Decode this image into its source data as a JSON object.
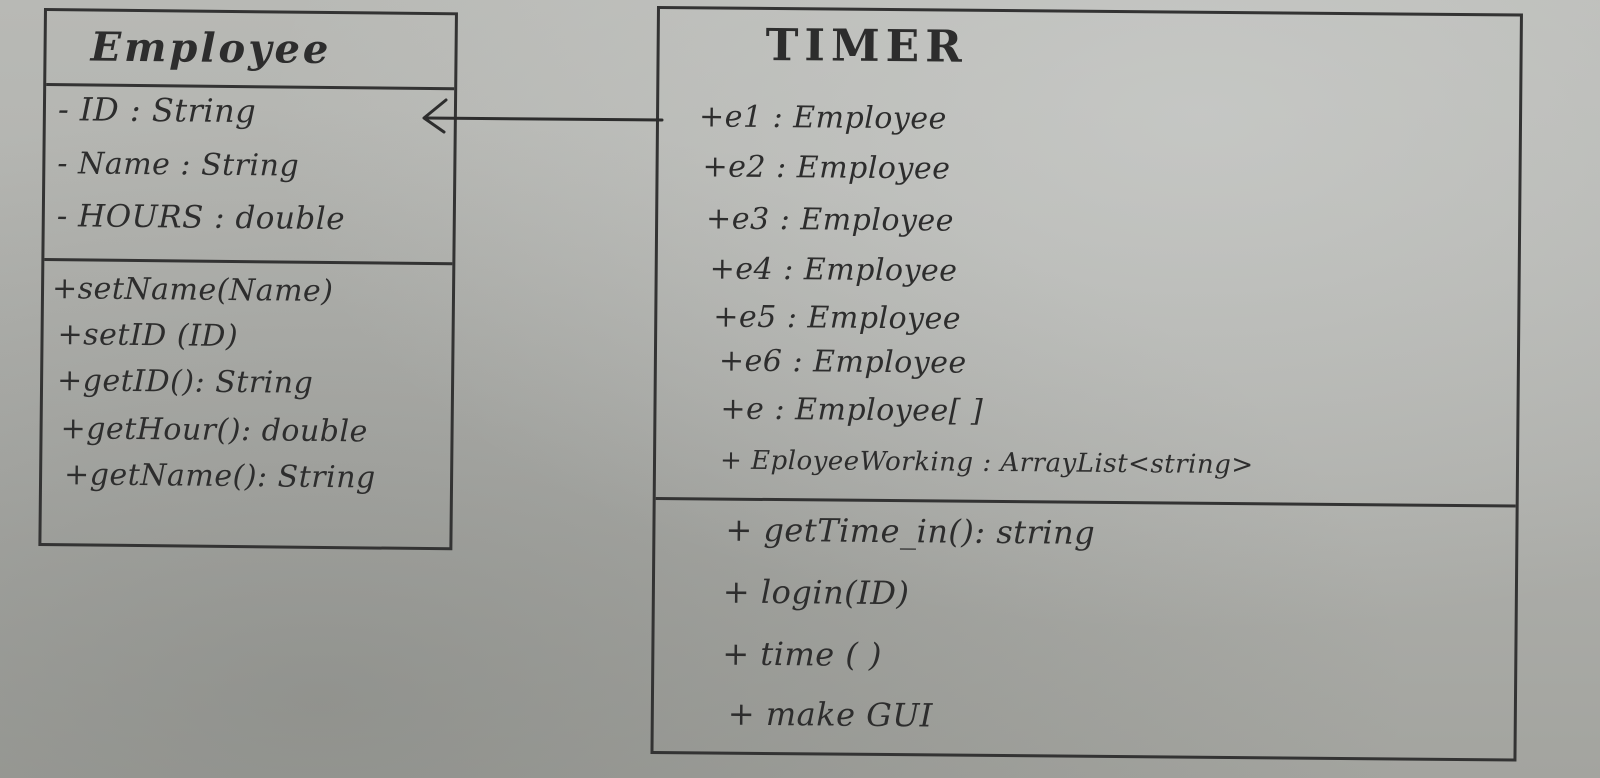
{
  "employee_class": {
    "name": "Employee",
    "attributes": [
      "- ID : String",
      "- Name : String",
      "- HOURS : double"
    ],
    "operations": [
      "+setName(Name)",
      "+setID (ID)",
      "+getID(): String",
      "+getHour(): double",
      "+getName(): String"
    ]
  },
  "timer_class": {
    "name": "TIMER",
    "attributes": [
      "+e1 : Employee",
      "+e2 : Employee",
      "+e3 : Employee",
      "+e4 : Employee",
      "+e5 : Employee",
      "+e6 : Employee",
      "+e : Employee[ ]",
      "+ EployeeWorking : ArrayList<string>"
    ],
    "operations": [
      "+ getTime_in(): string",
      "+ login(ID)",
      "+ time ( )",
      "+ make GUI"
    ]
  },
  "association": {
    "from": "TIMER",
    "to": "Employee",
    "arrowhead": "open"
  },
  "colors": {
    "ink": "#2d2d2d",
    "paper": "#b1b2ae"
  }
}
